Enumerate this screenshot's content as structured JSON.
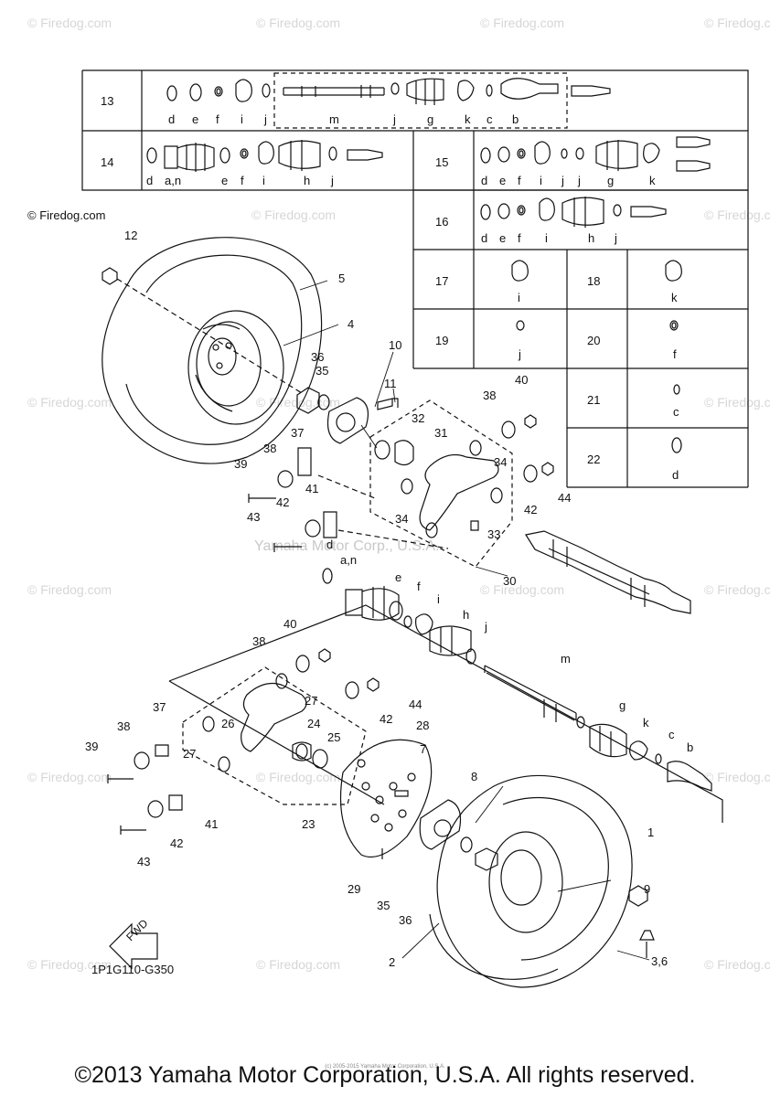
{
  "watermark": "© Firedog.com",
  "center_watermark": "Yamaha Motor Corp., U.S.A.",
  "drawing_code": "1P1G110-G350",
  "fwd_label": "FWD",
  "footer": "©2013 Yamaha Motor Corporation, U.S.A. All rights reserved.",
  "footer_small": "(c) 2005-2015 Yamaha Motor Corporation, U.S.A.",
  "table": {
    "rows": [
      {
        "num": "13",
        "letters": [
          "d",
          "e",
          "f",
          "i",
          "j",
          "m",
          "j",
          "g",
          "k",
          "c",
          "b"
        ]
      },
      {
        "num": "14",
        "letters": [
          "d",
          "a,n",
          "e",
          "f",
          "i",
          "h",
          "j"
        ]
      },
      {
        "num": "15",
        "letters": [
          "d",
          "e",
          "f",
          "i",
          "j",
          "j",
          "g",
          "k"
        ]
      },
      {
        "num": "16",
        "letters": [
          "d",
          "e",
          "f",
          "i",
          "h",
          "j"
        ]
      },
      {
        "num": "17",
        "letters": [
          "i"
        ]
      },
      {
        "num": "18",
        "letters": [
          "k"
        ]
      },
      {
        "num": "19",
        "letters": [
          "j"
        ]
      },
      {
        "num": "20",
        "letters": [
          "f"
        ]
      },
      {
        "num": "21",
        "letters": [
          "c"
        ]
      },
      {
        "num": "22",
        "letters": [
          "d"
        ]
      }
    ]
  },
  "callouts": {
    "upper": [
      "12",
      "5",
      "4",
      "36",
      "35",
      "10",
      "11",
      "32",
      "31",
      "38",
      "40",
      "34",
      "37",
      "38",
      "39",
      "42",
      "41",
      "43",
      "34",
      "42",
      "44",
      "33",
      "30",
      "d",
      "a,n",
      "e",
      "f",
      "i",
      "h",
      "j",
      "m"
    ],
    "lower": [
      "40",
      "38",
      "44",
      "42",
      "37",
      "38",
      "39",
      "27",
      "27",
      "26",
      "24",
      "25",
      "28",
      "7",
      "8",
      "g",
      "k",
      "c",
      "b",
      "41",
      "42",
      "43",
      "23",
      "29",
      "35",
      "36",
      "1",
      "9",
      "3,6",
      "2"
    ]
  }
}
